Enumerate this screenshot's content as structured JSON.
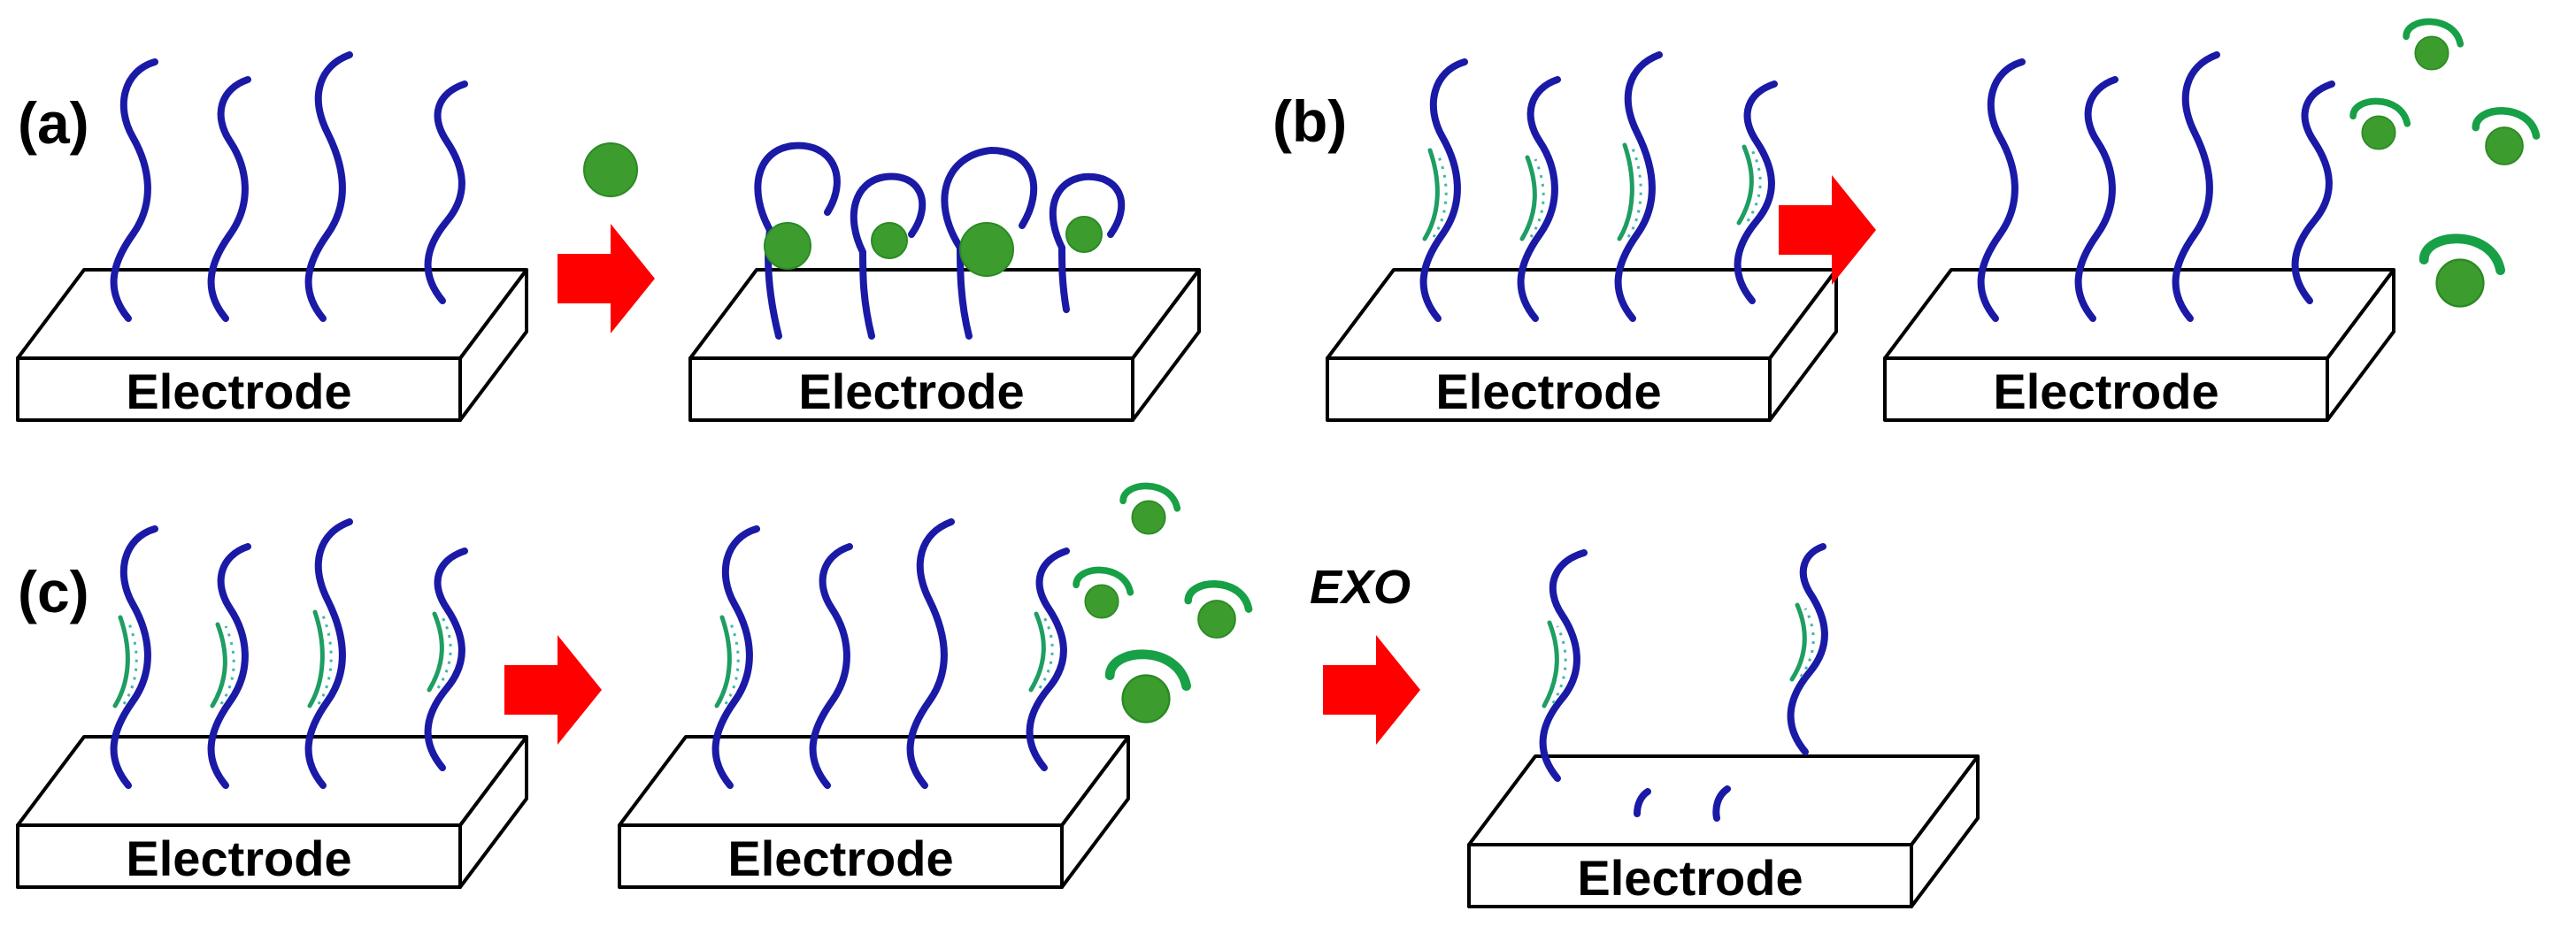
{
  "labels": {
    "a": "(a)",
    "b": "(b)",
    "c": "(c)",
    "electrode": "Electrode",
    "exo": "EXO"
  },
  "colors": {
    "probe": "#1a1aa6",
    "complement_strand": "#1e9e62",
    "target": "#3d9c2e",
    "arrow": "#ff0000"
  }
}
